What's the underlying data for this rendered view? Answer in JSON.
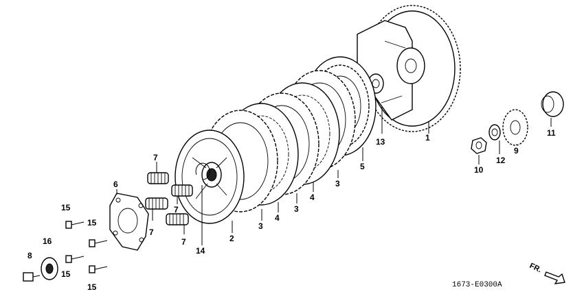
{
  "diagram": {
    "labels": {
      "p1": "1",
      "p2": "2",
      "p3a": "3",
      "p3b": "3",
      "p3c": "3",
      "p4a": "4",
      "p4b": "4",
      "p5": "5",
      "p6": "6",
      "p7a": "7",
      "p7b": "7",
      "p7c": "7",
      "p7d": "7",
      "p8": "8",
      "p9": "9",
      "p10": "10",
      "p11": "11",
      "p12": "12",
      "p13": "13",
      "p14": "14",
      "p15a": "15",
      "p15b": "15",
      "p15c": "15",
      "p15d": "15",
      "p16": "16"
    },
    "figure_code": "1673-E0300A",
    "direction_label": "FR."
  }
}
